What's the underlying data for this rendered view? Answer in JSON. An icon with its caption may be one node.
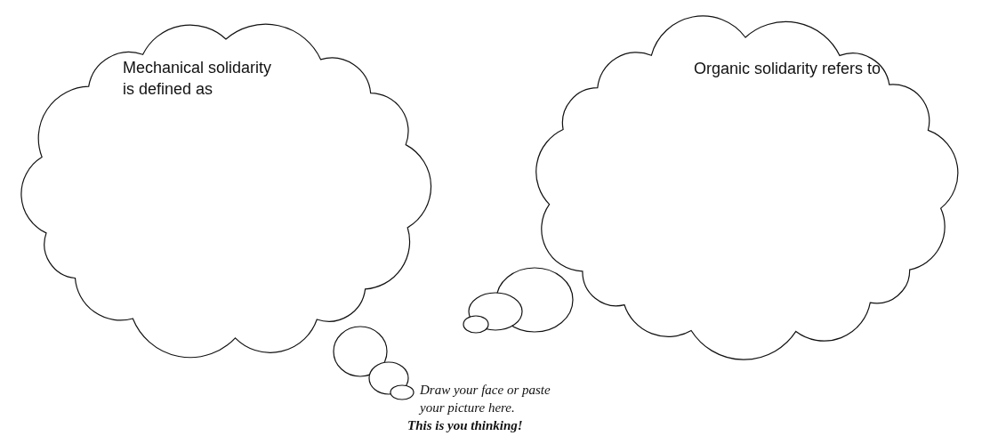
{
  "diagram": {
    "nodes": [
      {
        "text": [
          "Mechanical solidarity is defined as"
        ]
      },
      {
        "text": [
          "Organic solidarity refers to"
        ]
      },
      {
        "text": [],
        "shape": "circle"
      },
      {
        "text": [],
        "shape": "circle"
      },
      {
        "text": [],
        "shape": "circle"
      },
      {
        "text": [],
        "shape": "circle"
      },
      {
        "text": [],
        "shape": "circle"
      },
      {
        "text": [],
        "shape": "circle"
      }
    ],
    "labels": [
      "Draw your face or paste your picture here.",
      "This is you thinking!"
    ]
  }
}
